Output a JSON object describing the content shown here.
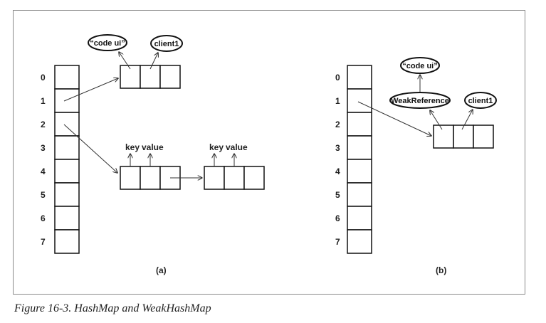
{
  "table_indices": [
    "0",
    "1",
    "2",
    "3",
    "4",
    "5",
    "6",
    "7"
  ],
  "panel_a": {
    "label": "(a)",
    "oval_code_ui": "“code ui”",
    "oval_client": "client1",
    "key_label_1": "key",
    "value_label_1": "value",
    "key_label_2": "key",
    "value_label_2": "value"
  },
  "panel_b": {
    "label": "(b)",
    "oval_code_ui": "“code ui”",
    "oval_weakref": "WeakReference",
    "oval_client": "client1"
  },
  "caption": "Figure 16-3. HashMap and WeakHashMap"
}
